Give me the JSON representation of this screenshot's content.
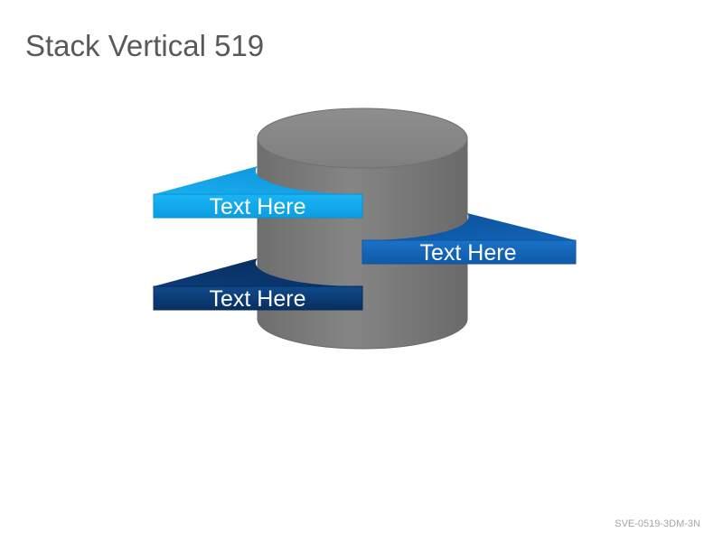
{
  "title": "Stack Vertical 519",
  "footer_code": "SVE-0519-3DM-3N",
  "labels": [
    {
      "text": "Text Here",
      "color": "#0ea5e9"
    },
    {
      "text": "Text Here",
      "color": "#1264b8"
    },
    {
      "text": "Text Here",
      "color": "#0b3f7c"
    }
  ],
  "colors": {
    "cylinder_body": "#7b7b7b",
    "cylinder_top": "#8a8a8a"
  }
}
